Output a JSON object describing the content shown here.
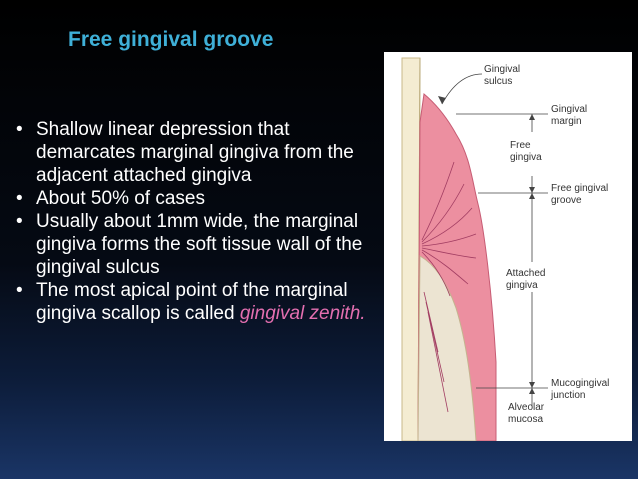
{
  "slide": {
    "title": "Free gingival groove",
    "bullets": [
      "Shallow linear depression that demarcates marginal gingiva from the adjacent attached gingiva",
      "About 50% of cases",
      "Usually about 1mm wide, the marginal gingiva forms the soft tissue wall of the gingival sulcus"
    ],
    "last_bullet": {
      "text": "The most apical point of the marginal gingiva scallop is called ",
      "highlight": "gingival zenith",
      "suffix": "."
    },
    "bullet_symbol": "•"
  },
  "figure": {
    "labels": {
      "gingival_sulcus_1": "Gingival",
      "gingival_sulcus_2": "sulcus",
      "gingival_margin_1": "Gingival",
      "gingival_margin_2": "margin",
      "free_gingiva_1": "Free",
      "free_gingiva_2": "gingiva",
      "free_groove_1": "Free gingival",
      "free_groove_2": "groove",
      "attached_gingiva_1": "Attached",
      "attached_gingiva_2": "gingiva",
      "mucogingival_1": "Mucogingival",
      "mucogingival_2": "junction",
      "alveolar_mucosa_1": "Alveolar",
      "alveolar_mucosa_2": "mucosa"
    }
  },
  "colors": {
    "title": "#3fb0d8",
    "highlight": "#e36fb0",
    "gingiva": "#ec8fa0",
    "bone": "#ece4d2"
  }
}
